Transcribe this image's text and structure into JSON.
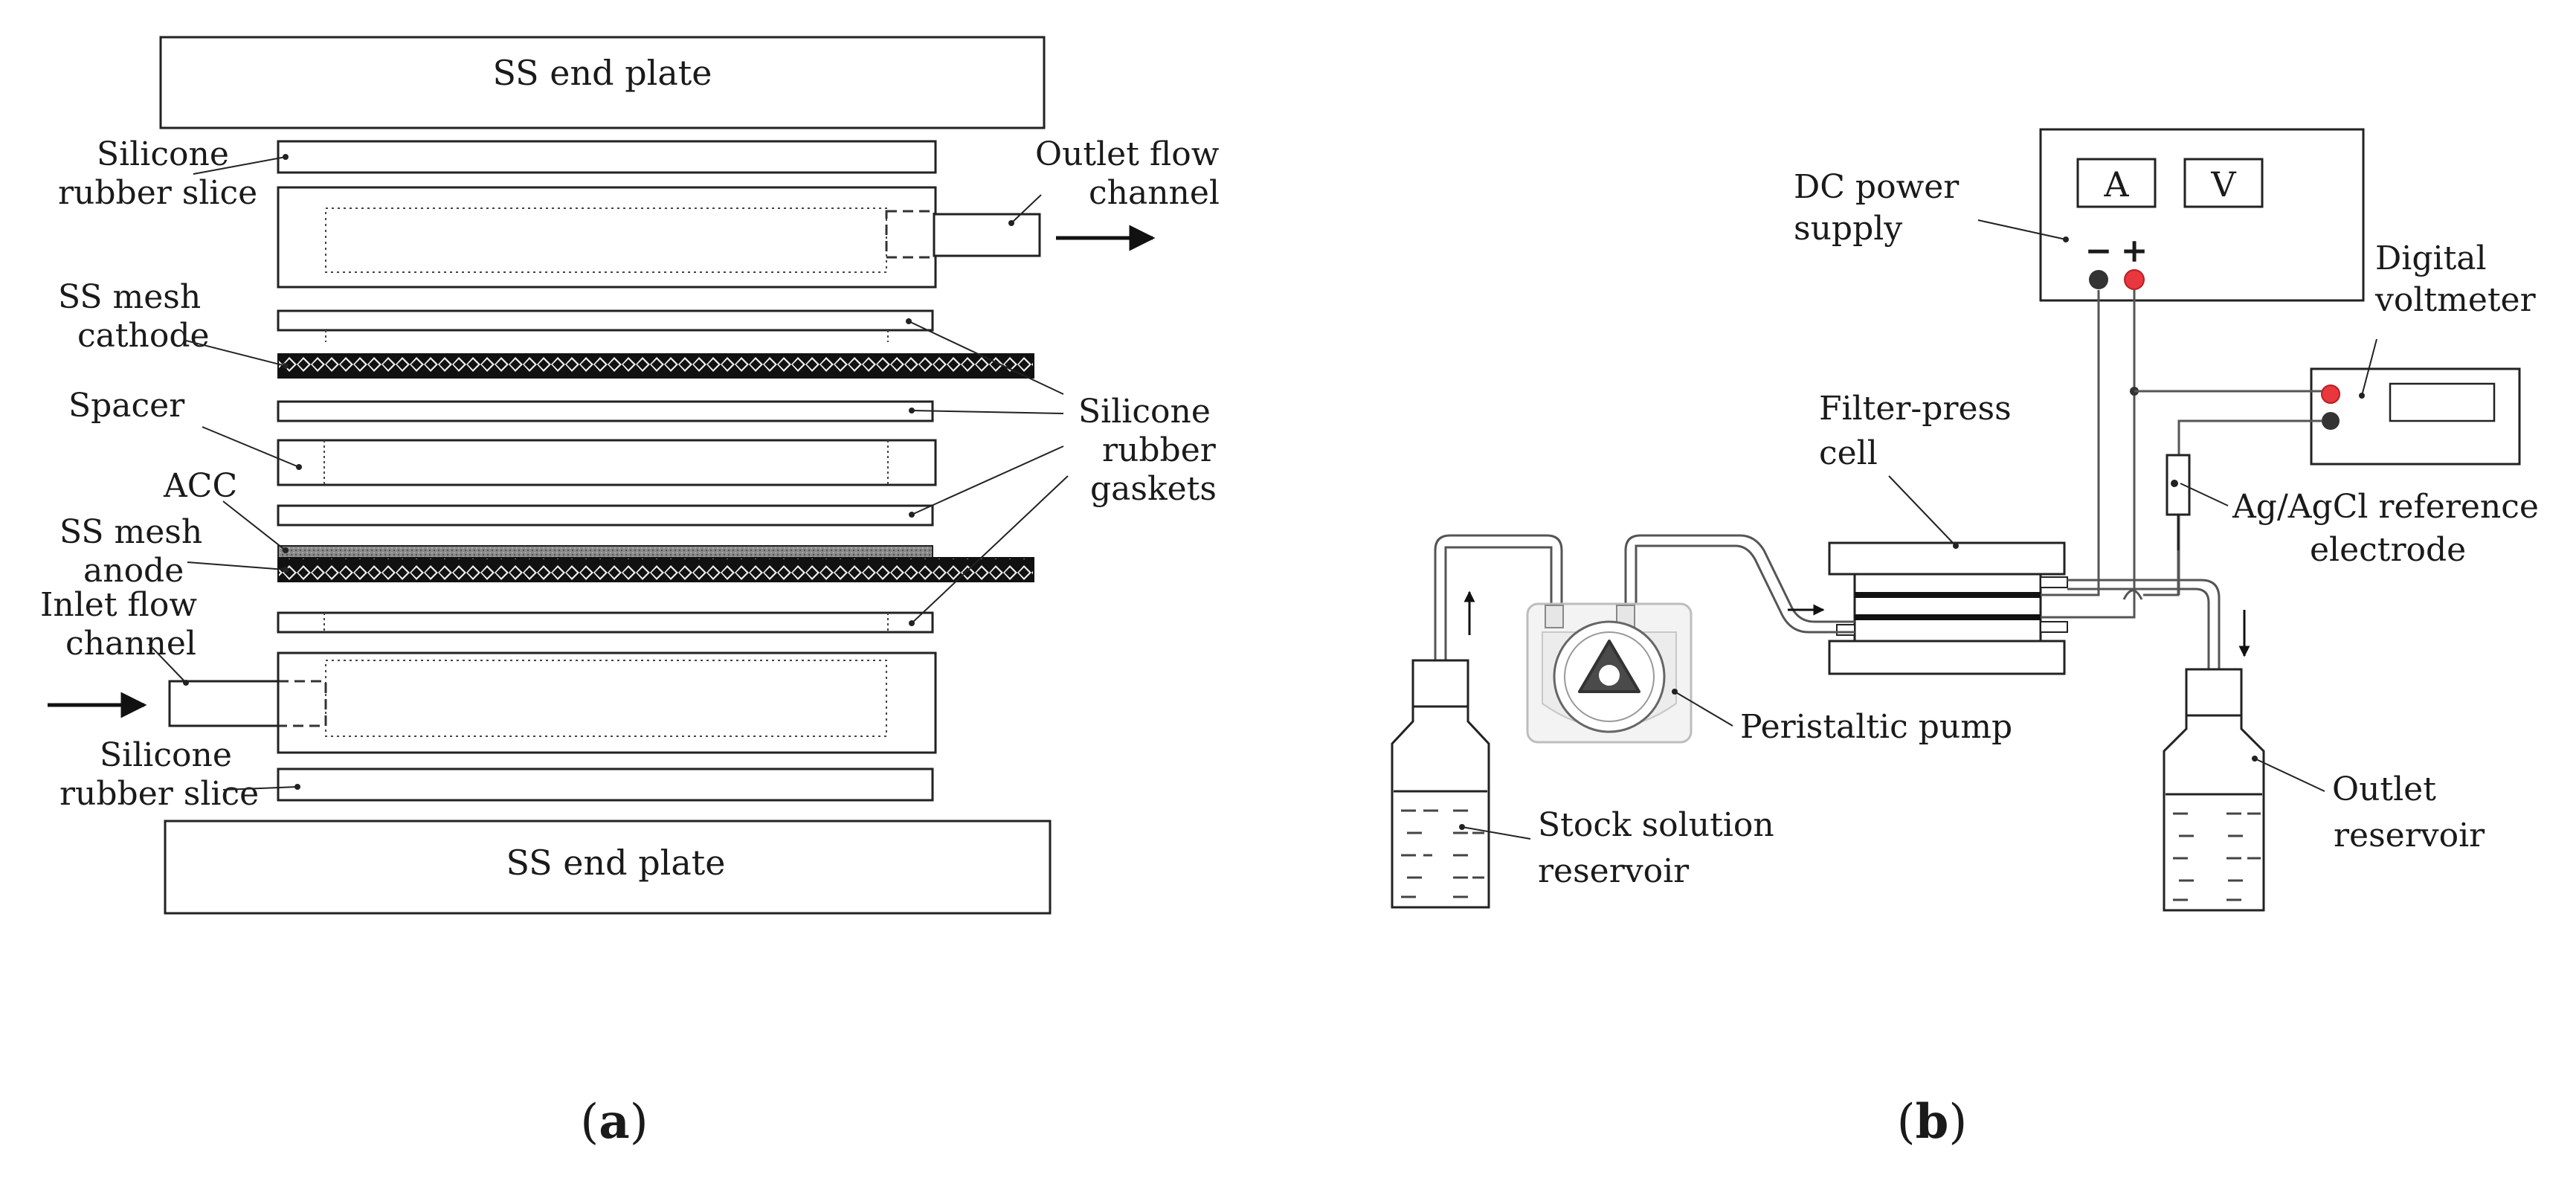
{
  "panel_a": {
    "top_end_plate": "SS end plate",
    "bottom_end_plate": "SS end plate",
    "silicone_slice_top": [
      "Silicone",
      "rubber slice"
    ],
    "silicone_slice_bottom": [
      "Silicone",
      "rubber slice"
    ],
    "outlet_channel": [
      "Outlet flow",
      "channel"
    ],
    "inlet_channel": [
      "Inlet flow",
      "channel"
    ],
    "mesh_cathode": [
      "SS mesh",
      "cathode"
    ],
    "spacer": "Spacer",
    "acc": "ACC",
    "mesh_anode": [
      "SS mesh",
      "anode"
    ],
    "gaskets": [
      "Silicone",
      "rubber",
      "gaskets"
    ],
    "caption_letter": "a"
  },
  "panel_b": {
    "dc_power": [
      "DC power",
      "supply"
    ],
    "meter_a": "A",
    "meter_v": "V",
    "minus_sign": "−",
    "plus_sign": "+",
    "voltmeter": [
      "Digital",
      "voltmeter"
    ],
    "filter_press": [
      "Filter-press",
      "cell"
    ],
    "reference_electrode": [
      "Ag/AgCl reference",
      "electrode"
    ],
    "pump": "Peristaltic pump",
    "stock": [
      "Stock solution",
      "reservoir"
    ],
    "outlet_reservoir": [
      "Outlet",
      "reservoir"
    ],
    "caption_letter": "b",
    "colors": {
      "terminal_positive": "#e8383d",
      "terminal_negative": "#333333"
    }
  }
}
